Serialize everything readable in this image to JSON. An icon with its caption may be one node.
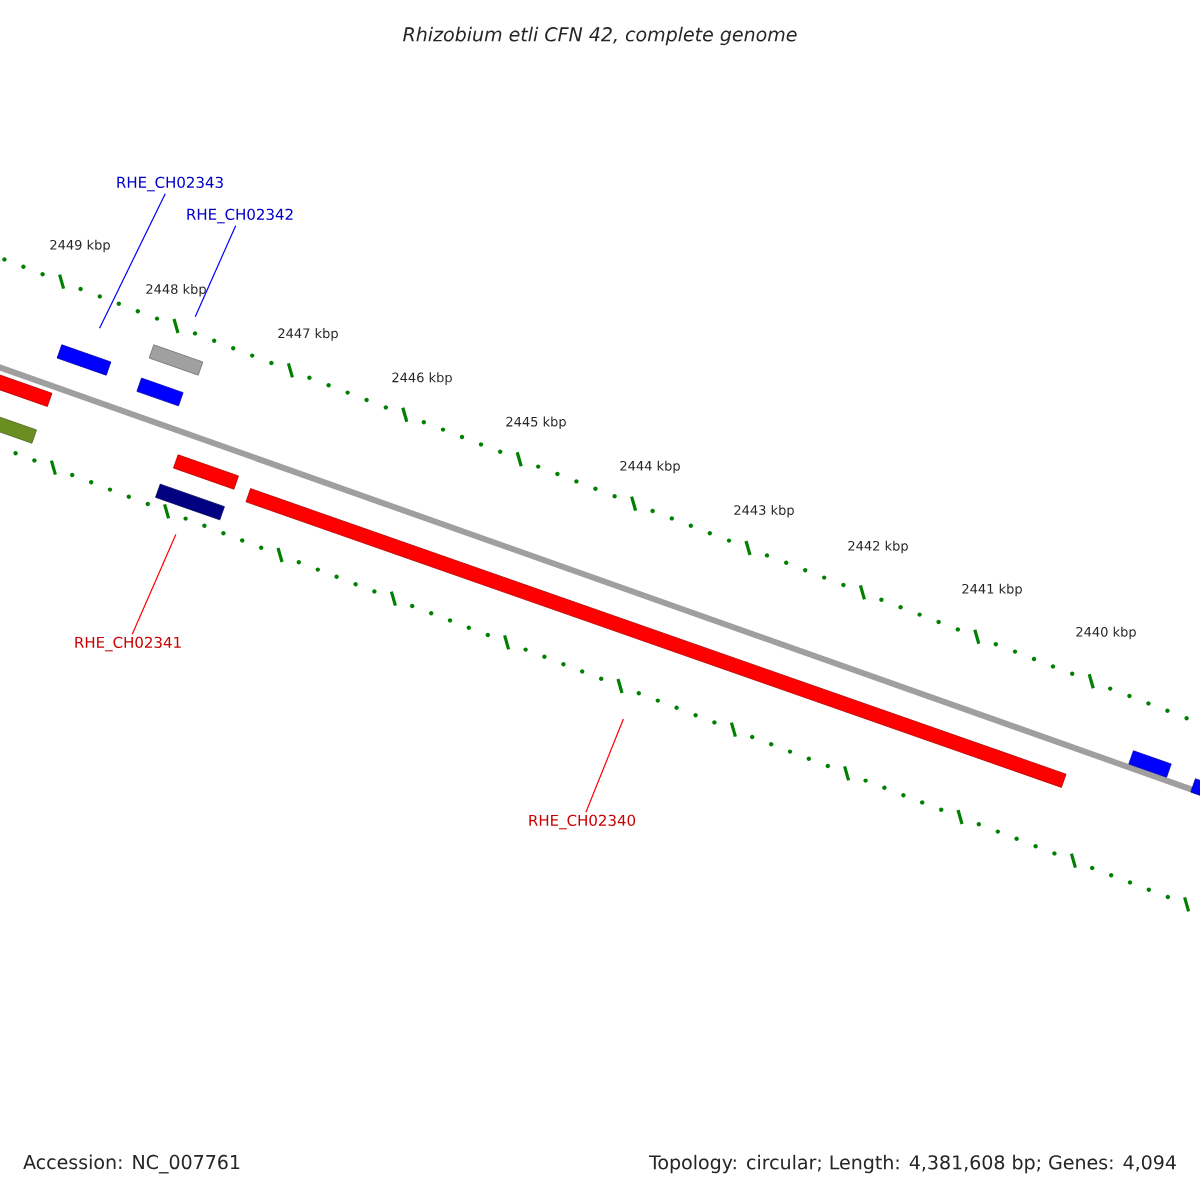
{
  "diagram": {
    "title": "Rhizobium etli CFN 42, complete genome",
    "nodes": [
      {
        "text": [
          "RHE_CH02343"
        ]
      },
      {
        "text": [
          "RHE_CH02342"
        ]
      },
      {
        "text": [
          "RHE_CH02341"
        ]
      },
      {
        "text": [
          "RHE_CH02340"
        ]
      },
      {
        "text": [],
        "shape": "bar"
      },
      {
        "text": [],
        "shape": "bar"
      },
      {
        "text": [],
        "shape": "bar"
      },
      {
        "text": [],
        "shape": "bar"
      }
    ],
    "edges": [
      {
        "from": 0,
        "to": 4,
        "arrow": "none",
        "color": "#0000ff"
      },
      {
        "from": 1,
        "to": 5,
        "arrow": "none",
        "color": "#0000ff"
      },
      {
        "from": 2,
        "to": 6,
        "arrow": "none",
        "color": "#ff0000"
      },
      {
        "from": 3,
        "to": 7,
        "arrow": "none",
        "color": "#ff0000"
      }
    ],
    "labels": [
      "2449 kbp",
      "2448 kbp",
      "2447 kbp",
      "2446 kbp",
      "2445 kbp",
      "2444 kbp",
      "2443 kbp",
      "2442 kbp",
      "2441 kbp",
      "2440 kbp",
      "Accession: NC_007761",
      "Topology: circular; Length: 4,381,608 bp; Genes: 4,094"
    ]
  }
}
